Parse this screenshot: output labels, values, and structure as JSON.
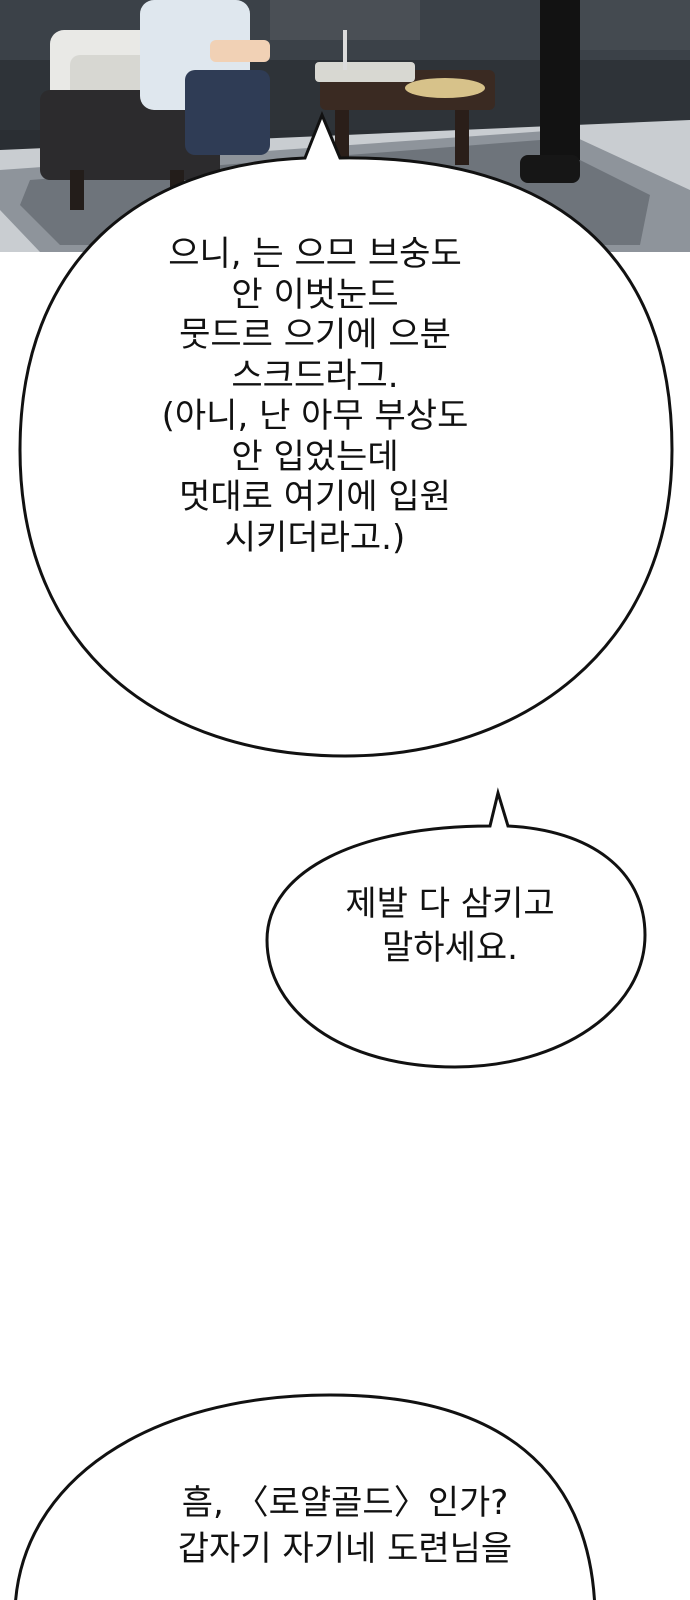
{
  "panel": {
    "scene": "Dimly lit room: man in patterned robe seated on armchair beside low wooden table with dishes; person standing in black at right; patterned rug on floor",
    "colors": {
      "floor": "#c9cdd1",
      "rug": "#8e949b",
      "wall": "#2a2e33",
      "wood": "#3a2a22"
    }
  },
  "bubble1": {
    "lines": [
      "으니, 는 으므 브숭도",
      "안 이벗눈드",
      "뭇드르 으기에 으분",
      "스크드라그.",
      "(아니, 난 아무 부상도",
      "안 입었는데",
      "멋대로 여기에 입원",
      "시키더라고.)"
    ]
  },
  "bubble2": {
    "lines": [
      "제발 다 삼키고",
      "말하세요."
    ]
  },
  "bubble3": {
    "lines": [
      "흠, 〈로얄골드〉인가?",
      "갑자기 자기네 도련님을"
    ]
  }
}
